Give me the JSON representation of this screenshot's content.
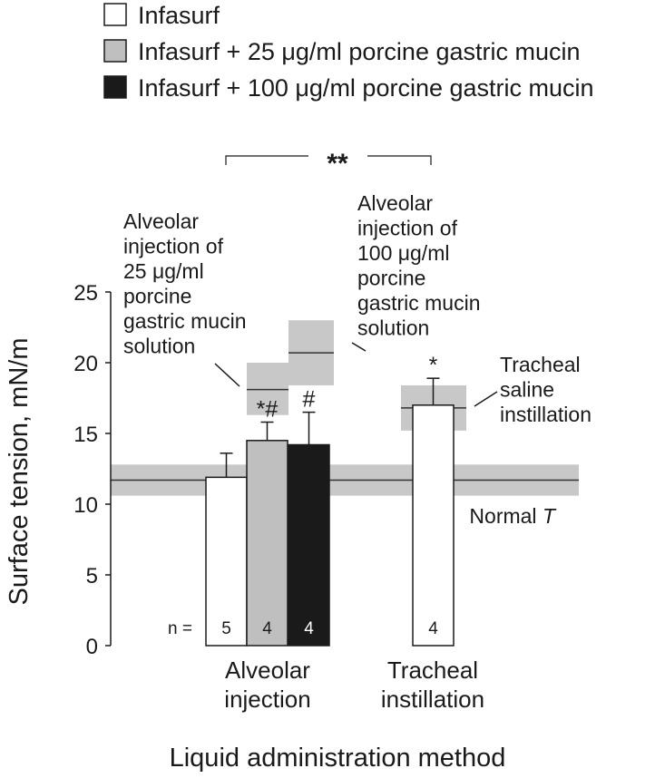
{
  "chart_data": {
    "type": "bar",
    "xlabel": "Liquid administration method",
    "ylabel": "Surface tension, mN/m",
    "ylim": [
      0,
      25
    ],
    "yticks": [
      "0",
      "5",
      "10",
      "15",
      "20",
      "25"
    ],
    "categories": [
      "Alveolar injection",
      "Tracheal instillation"
    ],
    "category_lines": [
      [
        "Alveolar",
        "injection"
      ],
      [
        "Tracheal",
        "instillation"
      ]
    ],
    "series": [
      {
        "name": "Infasurf",
        "color": "#ffffff",
        "values": [
          11.9,
          17.0
        ],
        "errors": [
          1.7,
          1.9
        ],
        "n": [
          "5",
          "4"
        ],
        "n_color": "#1a1a1a",
        "markers": [
          "",
          "*"
        ]
      },
      {
        "name": "Infasurf + 25 μg/ml porcine gastric mucin",
        "color": "#bfbfbf",
        "values": [
          14.5,
          null
        ],
        "errors": [
          1.3,
          null
        ],
        "n": [
          "4",
          ""
        ],
        "n_color": "#1a1a1a",
        "markers": [
          "*#",
          ""
        ]
      },
      {
        "name": "Infasurf + 100 μg/ml porcine gastric mucin",
        "color": "#1a1a1a",
        "values": [
          14.2,
          null
        ],
        "errors": [
          2.3,
          null
        ],
        "n": [
          "4",
          ""
        ],
        "n_color": "#ffffff",
        "markers": [
          "#",
          ""
        ]
      }
    ],
    "n_prefix": "n =",
    "reference_bands": [
      {
        "label": "Normal",
        "label_italic": "T",
        "mean": 11.7,
        "low": 10.6,
        "high": 12.8,
        "x_range": "full"
      },
      {
        "label_lines": [
          "Alveolar",
          "injection of",
          "25 μg/ml",
          "porcine",
          "gastric mucin",
          "solution"
        ],
        "mean": 18.1,
        "low": 16.3,
        "high": 20.0,
        "x_range": "series2-alveolar"
      },
      {
        "label_lines": [
          "Alveolar",
          "injection of",
          "100 μg/ml",
          "porcine",
          "gastric mucin",
          "solution"
        ],
        "mean": 20.7,
        "low": 18.4,
        "high": 23.0,
        "x_range": "series3-alveolar"
      },
      {
        "label_lines": [
          "Tracheal",
          "saline",
          "instillation"
        ],
        "mean": 16.8,
        "low": 15.2,
        "high": 18.4,
        "x_range": "tracheal"
      }
    ],
    "significance": {
      "label": "**",
      "between": [
        "Alveolar injection",
        "Tracheal instillation"
      ]
    },
    "legend": "top-left",
    "grid": false
  }
}
